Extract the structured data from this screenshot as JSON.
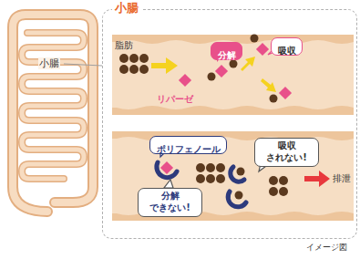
{
  "diagram": {
    "nodes": [
      {
        "text": [
          "小腸"
        ]
      },
      {
        "text": [
          "分解"
        ],
        "in": 0
      },
      {
        "text": [
          "吸収"
        ],
        "in": 0
      },
      {
        "text": [
          "ポリフェノール"
        ],
        "in": 0
      },
      {
        "text": [
          "分解 できない!"
        ],
        "in": 0
      },
      {
        "text": [
          "吸収 されない!"
        ],
        "in": 0
      }
    ],
    "labels": [
      "小腸",
      "脂肪",
      "リパーゼ",
      "排泄",
      "イメージ図"
    ]
  }
}
